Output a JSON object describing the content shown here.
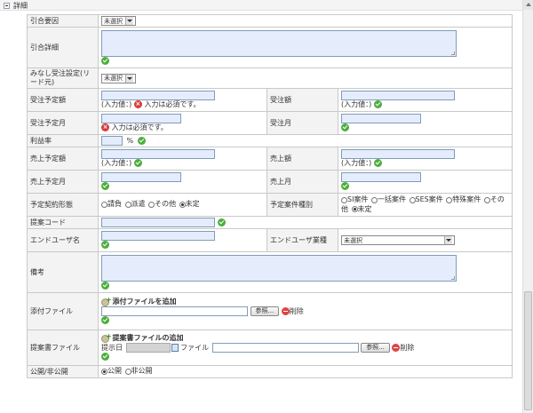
{
  "section": {
    "title": "詳細"
  },
  "fields": {
    "hikiai_keii": {
      "label": "引合要因",
      "value": "未選択"
    },
    "hikiai_shosai": {
      "label": "引合詳細"
    },
    "minashi": {
      "label": "みなし受注設定(リード元)",
      "value": "未選択"
    },
    "juchu_yotei_gaku": {
      "label": "受注予定額",
      "hint": "(入力値：)",
      "error": "入力は必須です。"
    },
    "juchu_gaku": {
      "label": "受注額",
      "hint": "(入力値：)"
    },
    "juchu_yotei_tsuki": {
      "label": "受注予定月",
      "error": "入力は必須です。"
    },
    "juchu_tsuki": {
      "label": "受注月"
    },
    "riekiritsu": {
      "label": "利益率",
      "unit": "%"
    },
    "uriage_yotei_gaku": {
      "label": "売上予定額",
      "hint": "(入力値：)"
    },
    "uriage_gaku": {
      "label": "売上額",
      "hint": "(入力値：)"
    },
    "uriage_yotei_tsuki": {
      "label": "売上予定月"
    },
    "uriage_tsuki": {
      "label": "売上月"
    },
    "yotei_keiyaku": {
      "label": "予定契約形態",
      "options": [
        {
          "label": "請負",
          "selected": false
        },
        {
          "label": "派遣",
          "selected": false
        },
        {
          "label": "その他",
          "selected": false
        },
        {
          "label": "未定",
          "selected": true
        }
      ]
    },
    "yotei_anken": {
      "label": "予定案件種別",
      "options": [
        {
          "label": "SI案件",
          "selected": false
        },
        {
          "label": "一括案件",
          "selected": false
        },
        {
          "label": "SES案件",
          "selected": false
        },
        {
          "label": "特殊案件",
          "selected": false
        },
        {
          "label": "その他",
          "selected": false
        },
        {
          "label": "未定",
          "selected": true
        }
      ]
    },
    "teian_code": {
      "label": "提案コード"
    },
    "end_user": {
      "label": "エンドユーザ名"
    },
    "end_user_gyoshu": {
      "label": "エンドユーザ業種",
      "value": "未選択"
    },
    "biko": {
      "label": "備考"
    },
    "tempu": {
      "label": "添付ファイル",
      "add_label": "添付ファイルを追加",
      "browse_label": "参照...",
      "delete_label": "削除"
    },
    "teiansho": {
      "label": "提案書ファイル",
      "add_label": "提案書ファイルの追加",
      "date_label": "提示日",
      "file_label": "ファイル",
      "browse_label": "参照...",
      "delete_label": "削除"
    },
    "kokai": {
      "label": "公開/非公開",
      "options": [
        {
          "label": "公開",
          "selected": true
        },
        {
          "label": "非公開",
          "selected": false
        }
      ]
    }
  }
}
